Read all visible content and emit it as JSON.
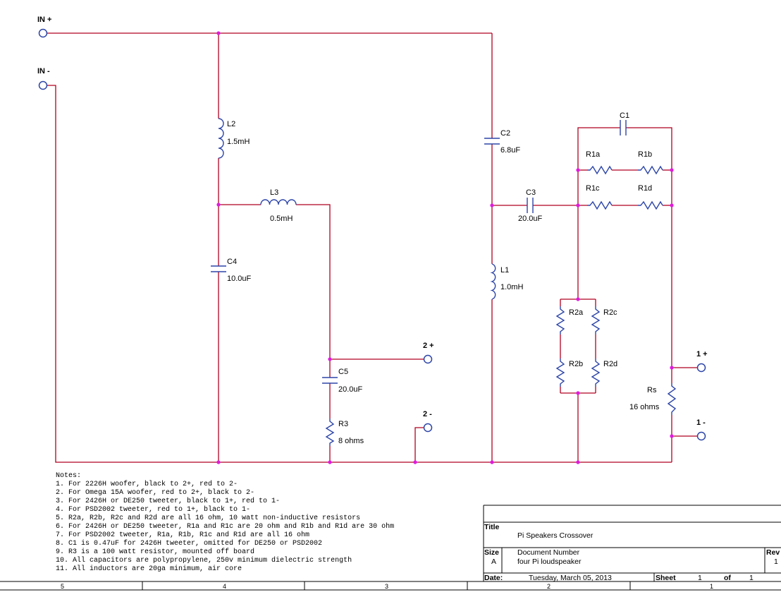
{
  "ports": {
    "in_plus": "IN +",
    "in_minus": "IN -",
    "out2_plus": "2 +",
    "out2_minus": "2 -",
    "out1_plus": "1 +",
    "out1_minus": "1 -"
  },
  "components": {
    "L2": {
      "ref": "L2",
      "value": "1.5mH"
    },
    "L3": {
      "ref": "L3",
      "value": "0.5mH"
    },
    "C4": {
      "ref": "C4",
      "value": "10.0uF"
    },
    "C5": {
      "ref": "C5",
      "value": "20.0uF"
    },
    "R3": {
      "ref": "R3",
      "value": "8 ohms"
    },
    "C2": {
      "ref": "C2",
      "value": "6.8uF"
    },
    "C3": {
      "ref": "C3",
      "value": "20.0uF"
    },
    "L1": {
      "ref": "L1",
      "value": "1.0mH"
    },
    "C1": {
      "ref": "C1"
    },
    "R1a": {
      "ref": "R1a"
    },
    "R1b": {
      "ref": "R1b"
    },
    "R1c": {
      "ref": "R1c"
    },
    "R1d": {
      "ref": "R1d"
    },
    "R2a": {
      "ref": "R2a"
    },
    "R2b": {
      "ref": "R2b"
    },
    "R2c": {
      "ref": "R2c"
    },
    "R2d": {
      "ref": "R2d"
    },
    "Rs": {
      "ref": "Rs",
      "value": "16 ohms"
    }
  },
  "notes": {
    "heading": "Notes:",
    "lines": [
      "1.  For 2226H woofer, black to 2+, red to 2-",
      "2.  For Omega 15A woofer, red to 2+, black to 2-",
      "3.  For 2426H or DE250 tweeter, black to 1+, red to 1-",
      "4.  For PSD2002 tweeter, red to 1+, black to 1-",
      "5.  R2a, R2b, R2c and R2d are all 16 ohm, 10 watt non-inductive resistors",
      "6.  For 2426H or DE250 tweeter, R1a and R1c are 20 ohm and R1b and R1d are 30 ohm",
      "7.  For PSD2002 tweeter, R1a, R1b, R1c and R1d are all 16 ohm",
      "8.  C1 is 0.47uF for 2426H tweeter, omitted for DE250 or PSD2002",
      "9.  R3 is a 100 watt resistor, mounted off board",
      "10. All capacitors are polypropylene, 250v minimum dielectric strength",
      "11. All inductors are 20ga minimum, air core"
    ]
  },
  "title_block": {
    "title_label": "Title",
    "title_value": "Pi Speakers Crossover",
    "size_label": "Size",
    "size_value": "A",
    "docnum_label": "Document Number",
    "docnum_value": "four Pi loudspeaker",
    "rev_label": "Rev",
    "rev_value": "1",
    "date_label": "Date:",
    "date_value": "Tuesday, March 05, 2013",
    "sheet_label": "Sheet",
    "sheet_value": "1",
    "of_label": "of",
    "of_value": "1"
  },
  "zones": [
    "5",
    "4",
    "3",
    "2",
    "1"
  ],
  "colors": {
    "wire": "#b00020",
    "component": "#2d45a8",
    "junction": "#e01adf"
  }
}
